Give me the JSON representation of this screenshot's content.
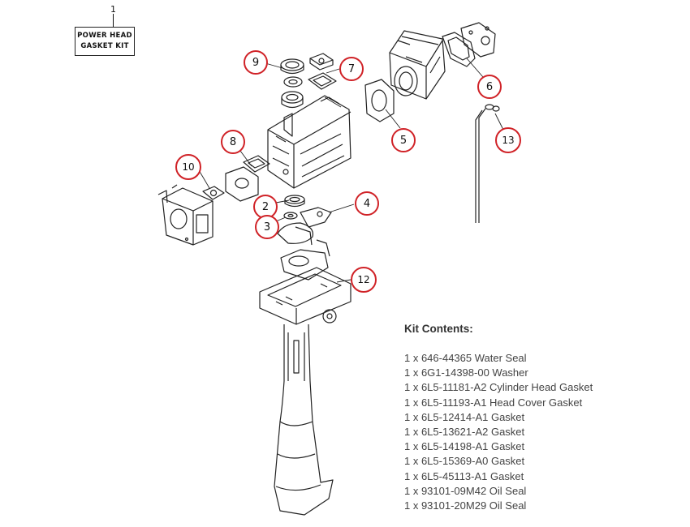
{
  "kit_label": {
    "number": "1",
    "lines": [
      "POWER HEAD",
      "GASKET KIT"
    ]
  },
  "callouts": [
    "2",
    "3",
    "4",
    "5",
    "6",
    "7",
    "8",
    "9",
    "10",
    "12",
    "13"
  ],
  "contents": {
    "title": "Kit Contents:",
    "items": [
      "1 x 646-44365 Water Seal",
      "1 x 6G1-14398-00 Washer",
      "1 x 6L5-11181-A2 Cylinder Head Gasket",
      "1 x 6L5-11193-A1 Head Cover Gasket",
      "1 x 6L5-12414-A1 Gasket",
      "1 x 6L5-13621-A2 Gasket",
      "1 x 6L5-14198-A1 Gasket",
      "1 x 6L5-15369-A0 Gasket",
      "1 x 6L5-45113-A1 Gasket",
      "1 x 93101-09M42 Oil Seal",
      "1 x 93101-20M29 Oil Seal"
    ]
  },
  "colors": {
    "callout_ring": "#d02227",
    "line_art": "#222222",
    "text": "#444444"
  }
}
